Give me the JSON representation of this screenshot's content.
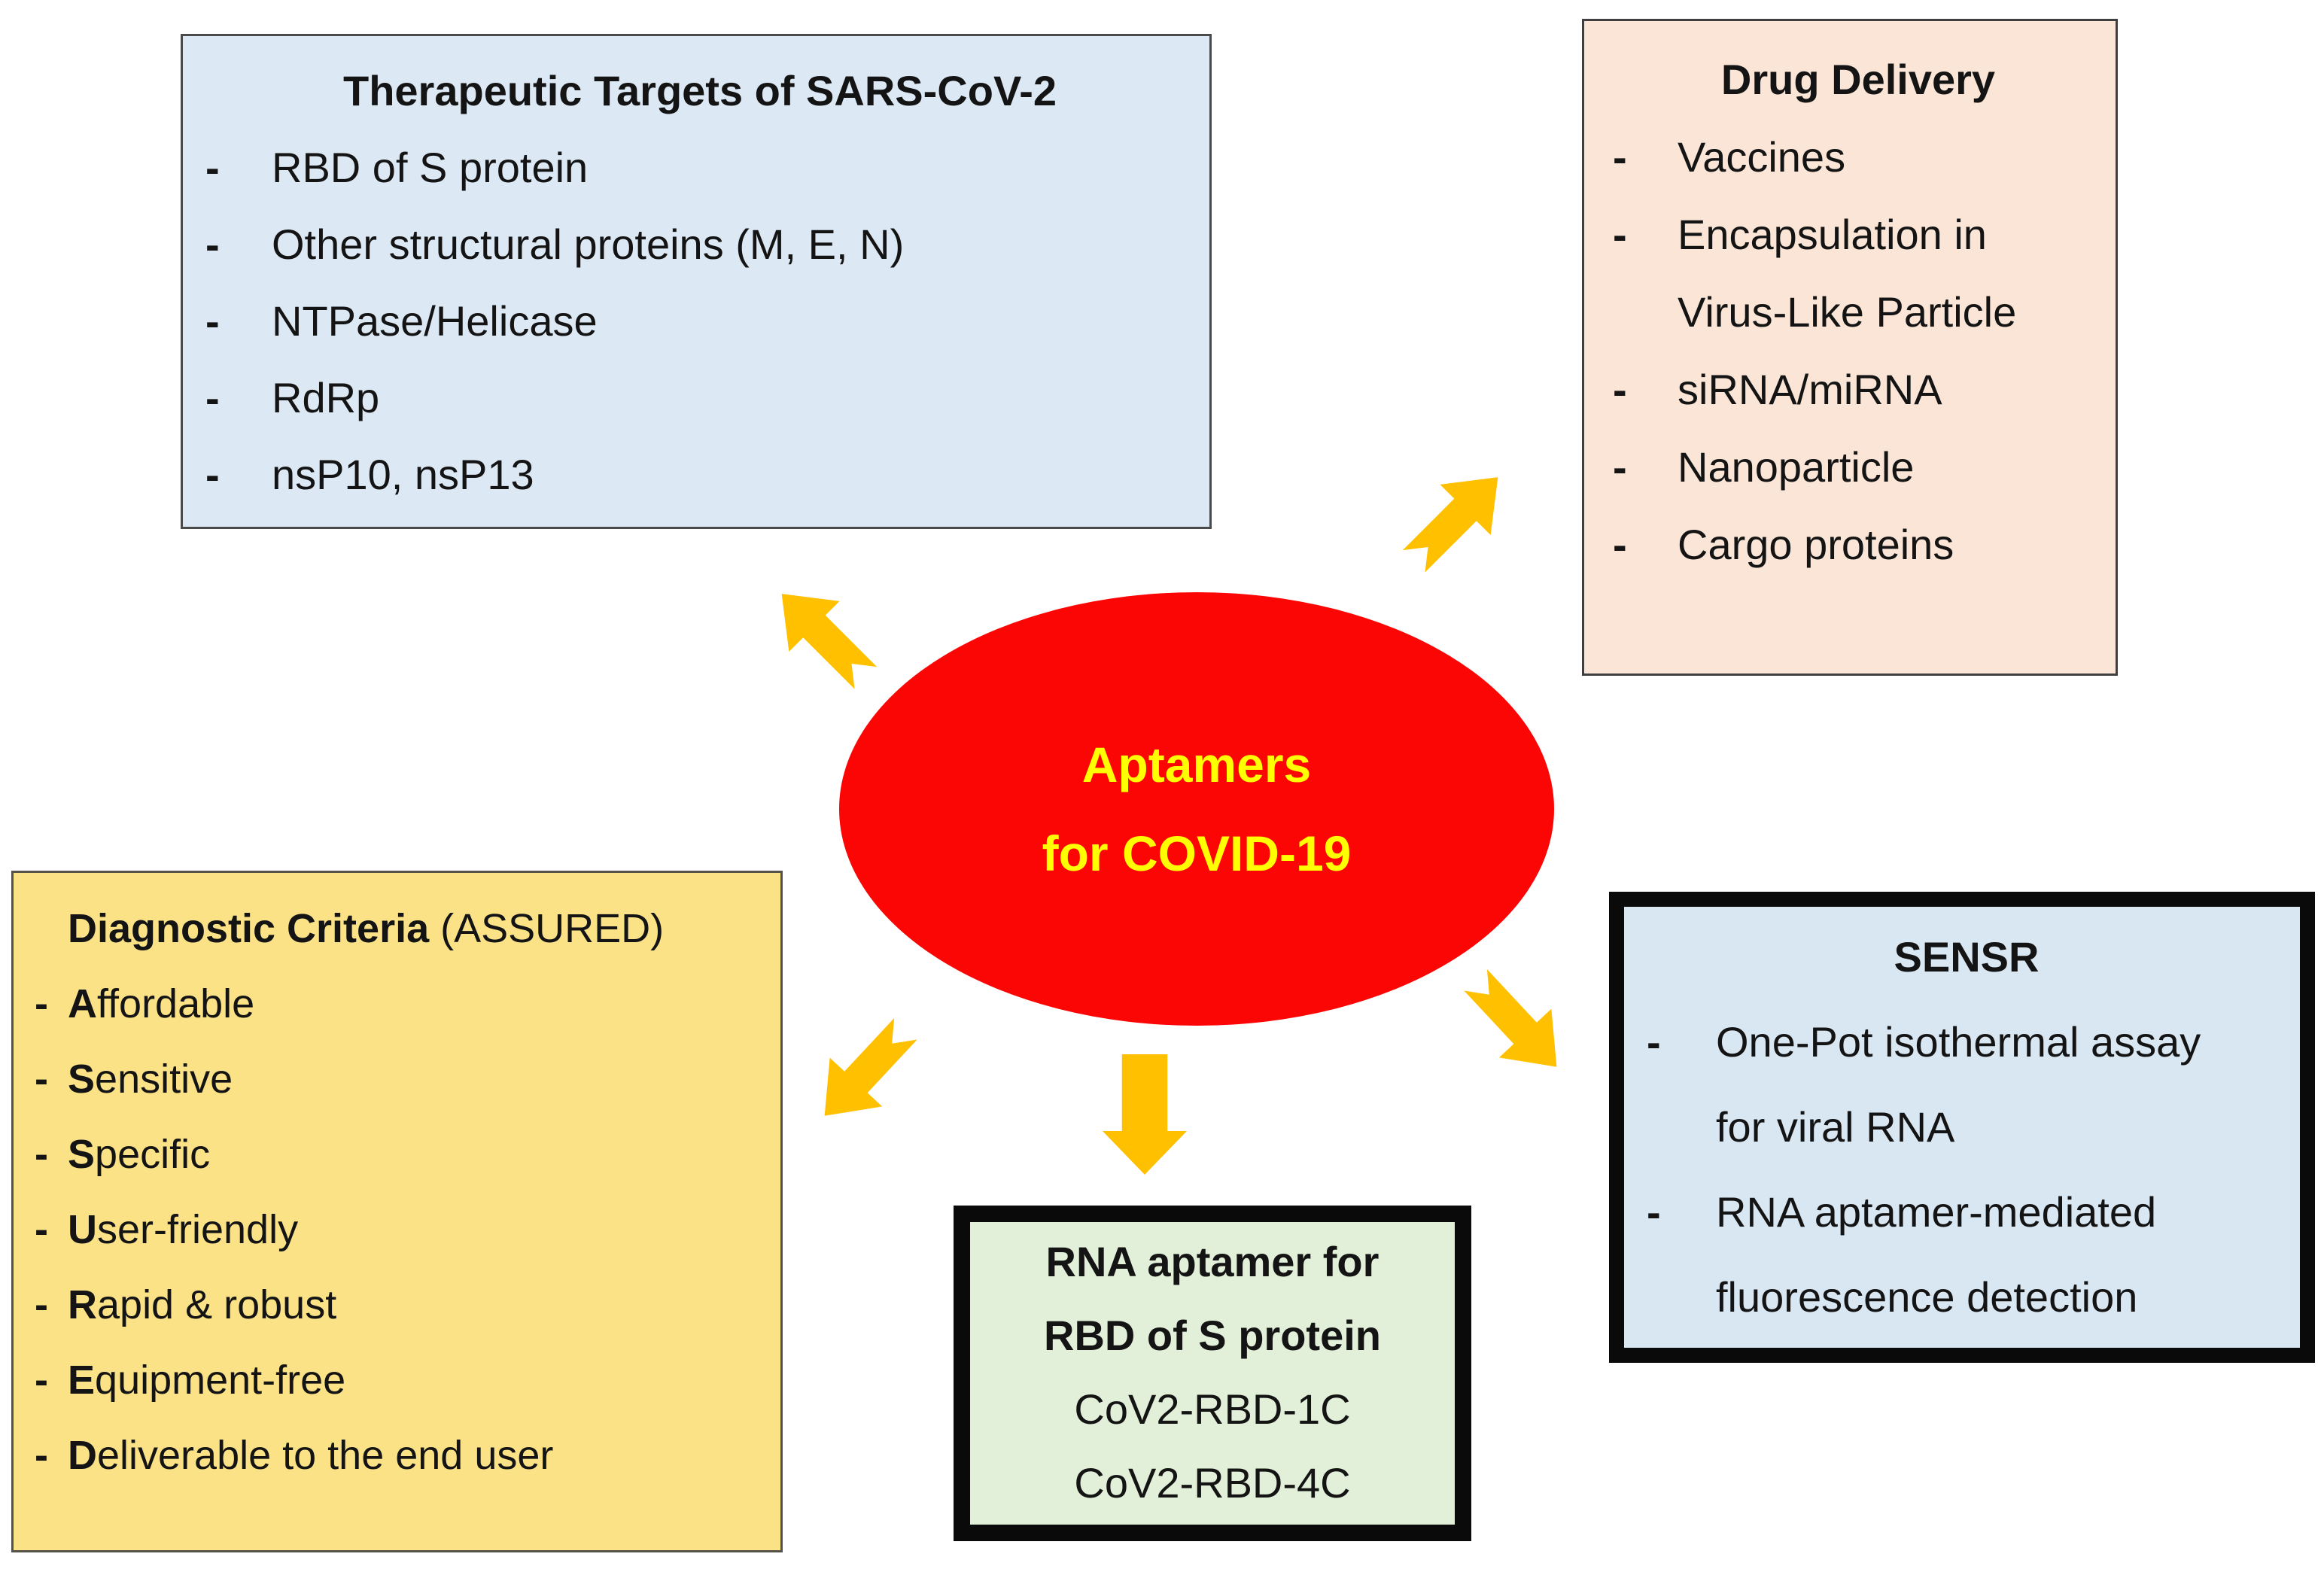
{
  "page_background": "#ffffff",
  "center_ellipse": {
    "line1": "Aptamers",
    "line2": "for COVID-19",
    "fill": "#fb0505",
    "text_color": "#ffff00"
  },
  "boxes": {
    "therapeutic_targets": {
      "title": "Therapeutic Targets of SARS-CoV-2",
      "items": [
        "RBD of S protein",
        "Other structural proteins (M, E, N)",
        "NTPase/Helicase",
        "RdRp",
        "nsP10, nsP13"
      ],
      "fill": "#dce9f5"
    },
    "drug_delivery": {
      "title": "Drug Delivery",
      "items": [
        "Vaccines",
        "Encapsulation in Virus-Like Particle",
        "siRNA/miRNA",
        "Nanoparticle",
        "Cargo proteins"
      ],
      "fill": "#fbe5d6"
    },
    "diagnostic_criteria": {
      "title_bold": "Diagnostic Criteria",
      "title_rest": " (ASSURED)",
      "items": [
        {
          "bold": "A",
          "rest": "ffordable"
        },
        {
          "bold": "S",
          "rest": "ensitive"
        },
        {
          "bold": "S",
          "rest": "pecific"
        },
        {
          "bold": "U",
          "rest": "ser-friendly"
        },
        {
          "bold": "R",
          "rest": "apid & robust"
        },
        {
          "bold": "E",
          "rest": "quipment-free"
        },
        {
          "bold": "D",
          "rest": "eliverable to the end user"
        }
      ],
      "fill": "#fbe287"
    },
    "rna_aptamer": {
      "title_line1": "RNA aptamer for",
      "title_line2": "RBD of S protein",
      "items": [
        "CoV2-RBD-1C",
        "CoV2-RBD-4C"
      ],
      "fill": "#e2f0d9"
    },
    "sensr": {
      "title": "SENSR",
      "items": [
        "One-Pot isothermal assay for viral RNA",
        "RNA aptamer-mediated fluorescence detection"
      ],
      "fill": "#d9e7f3"
    }
  },
  "arrow_color": "#ffc000"
}
